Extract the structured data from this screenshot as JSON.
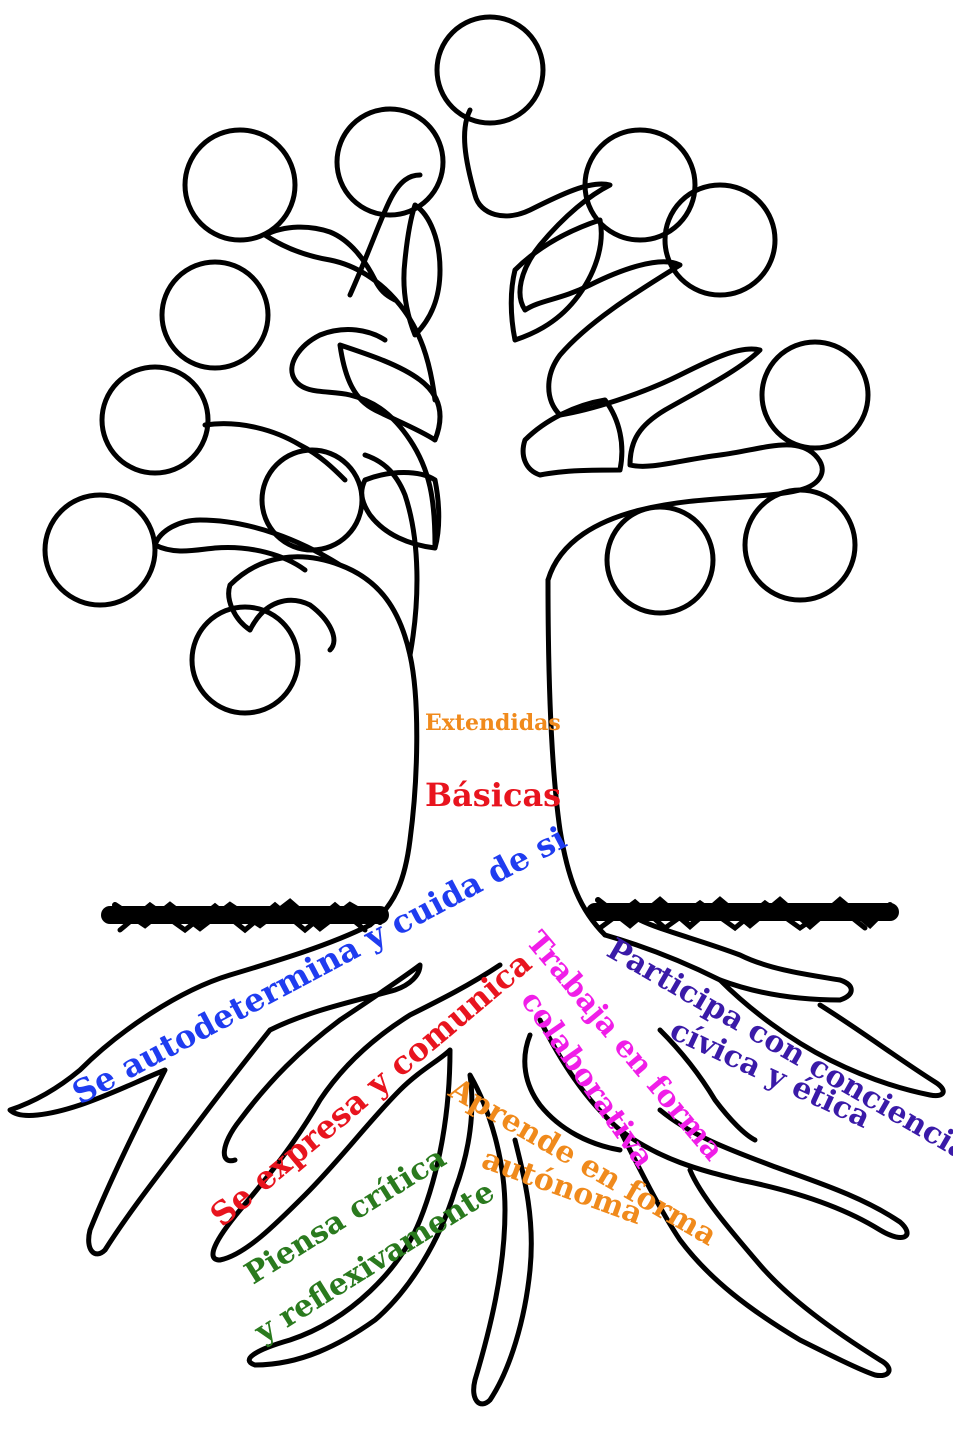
{
  "trunk_labels": {
    "extendidas": "Extendidas",
    "basicas": "Básicas"
  },
  "root_labels": {
    "autodetermina": "Se autodetermina y cuida de si",
    "expresa": "Se expresa y comunica",
    "piensa_line1": "Piensa crítica",
    "piensa_line2": "y reflexivamente",
    "aprende_line1": "Aprende en forma",
    "aprende_line2": "autónoma",
    "trabaja_line1": "Trabaja en forma",
    "trabaja_line2": "colaborativa",
    "participa_line1": "Participa con conciencia",
    "participa_line2": "cívica y ética"
  },
  "colors": {
    "extendidas": "#f08a1c",
    "basicas": "#e8141e",
    "autodetermina": "#1f3cf0",
    "expresa": "#e8141e",
    "piensa": "#2a7a1e",
    "aprende": "#f08a1c",
    "trabaja": "#f01ee8",
    "participa": "#3a1aa8",
    "outline": "#000000"
  }
}
